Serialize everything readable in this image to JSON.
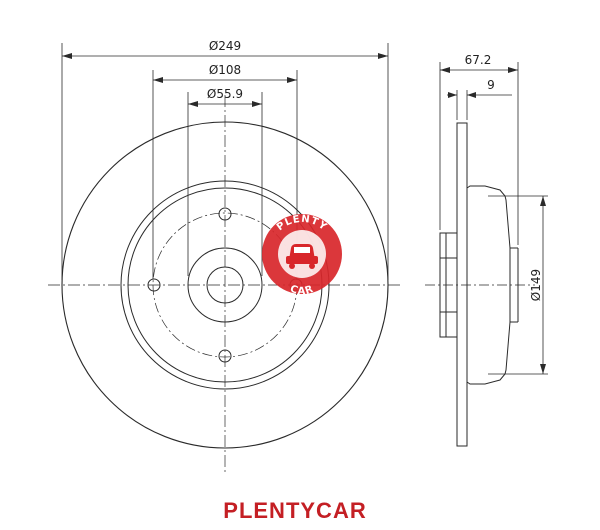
{
  "colors": {
    "line": "#2a2a2a",
    "watermark": "#d8262a",
    "brand": "#c41f24"
  },
  "dimensions": {
    "outer_diameter": "Ø249",
    "pcd_diameter": "Ø108",
    "center_bore": "Ø55.9",
    "total_height": "67.2",
    "disc_thickness": "9",
    "hub_diameter": "Ø149"
  },
  "watermark": {
    "top_text": "PLENTY",
    "bottom_text": "CAR",
    "icon": "car-icon"
  },
  "brand_label": "PLENTYCAR"
}
